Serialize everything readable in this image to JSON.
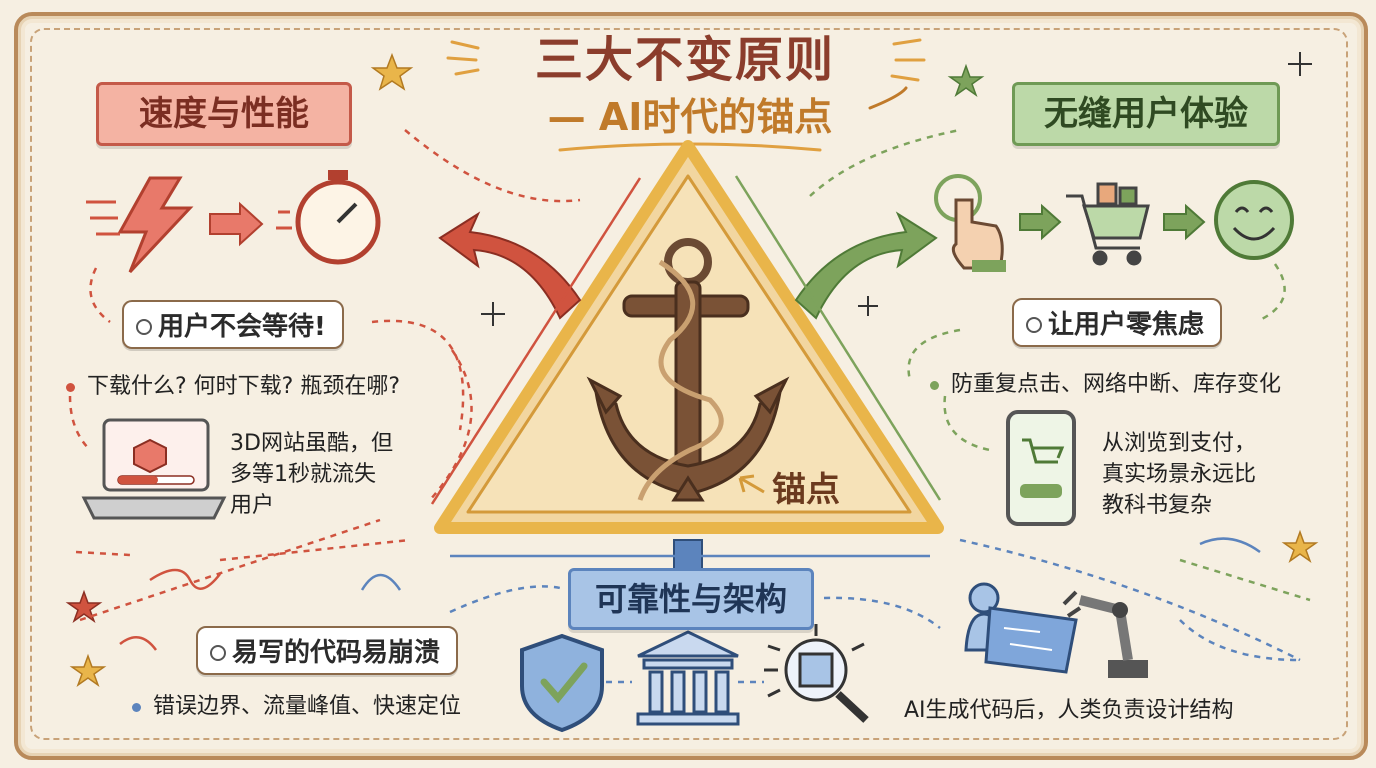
{
  "title": {
    "line1": "三大不变原则",
    "line2": "— AI时代的锚点"
  },
  "center": {
    "anchor_label": "锚点"
  },
  "speed": {
    "ribbon": "速度与性能",
    "pill": "用户不会等待!",
    "bullet": "下载什么? 何时下载? 瓶颈在哪?",
    "note_lines": [
      "3D网站虽酷，但",
      "多等1秒就流失",
      "用户"
    ]
  },
  "ux": {
    "ribbon": "无缝用户体验",
    "pill": "让用户零焦虑",
    "bullet": "防重复点击、网络中断、库存变化",
    "note_lines": [
      "从浏览到支付，",
      "真实场景永远比",
      "教科书复杂"
    ]
  },
  "reliability": {
    "ribbon": "可靠性与架构",
    "pill": "易写的代码易崩溃",
    "bullet": "错误边界、流量峰值、快速定位",
    "note": "AI生成代码后，人类负责设计结构"
  },
  "icons": {
    "speed": [
      "lightning-icon",
      "arrow-right-icon",
      "stopwatch-icon",
      "laptop-loading-icon"
    ],
    "ux": [
      "tap-hand-icon",
      "shopping-cart-icon",
      "smiley-icon",
      "phone-cart-icon"
    ],
    "reliability": [
      "shield-check-icon",
      "pillar-building-icon",
      "chip-magnifier-icon",
      "robot-arm-engineer-icon"
    ]
  },
  "colors": {
    "speed": "#d0533f",
    "ux": "#7da35c",
    "reliability": "#5c84bd",
    "triangle": "#e9b54a",
    "anchor": "#6b4a33"
  }
}
